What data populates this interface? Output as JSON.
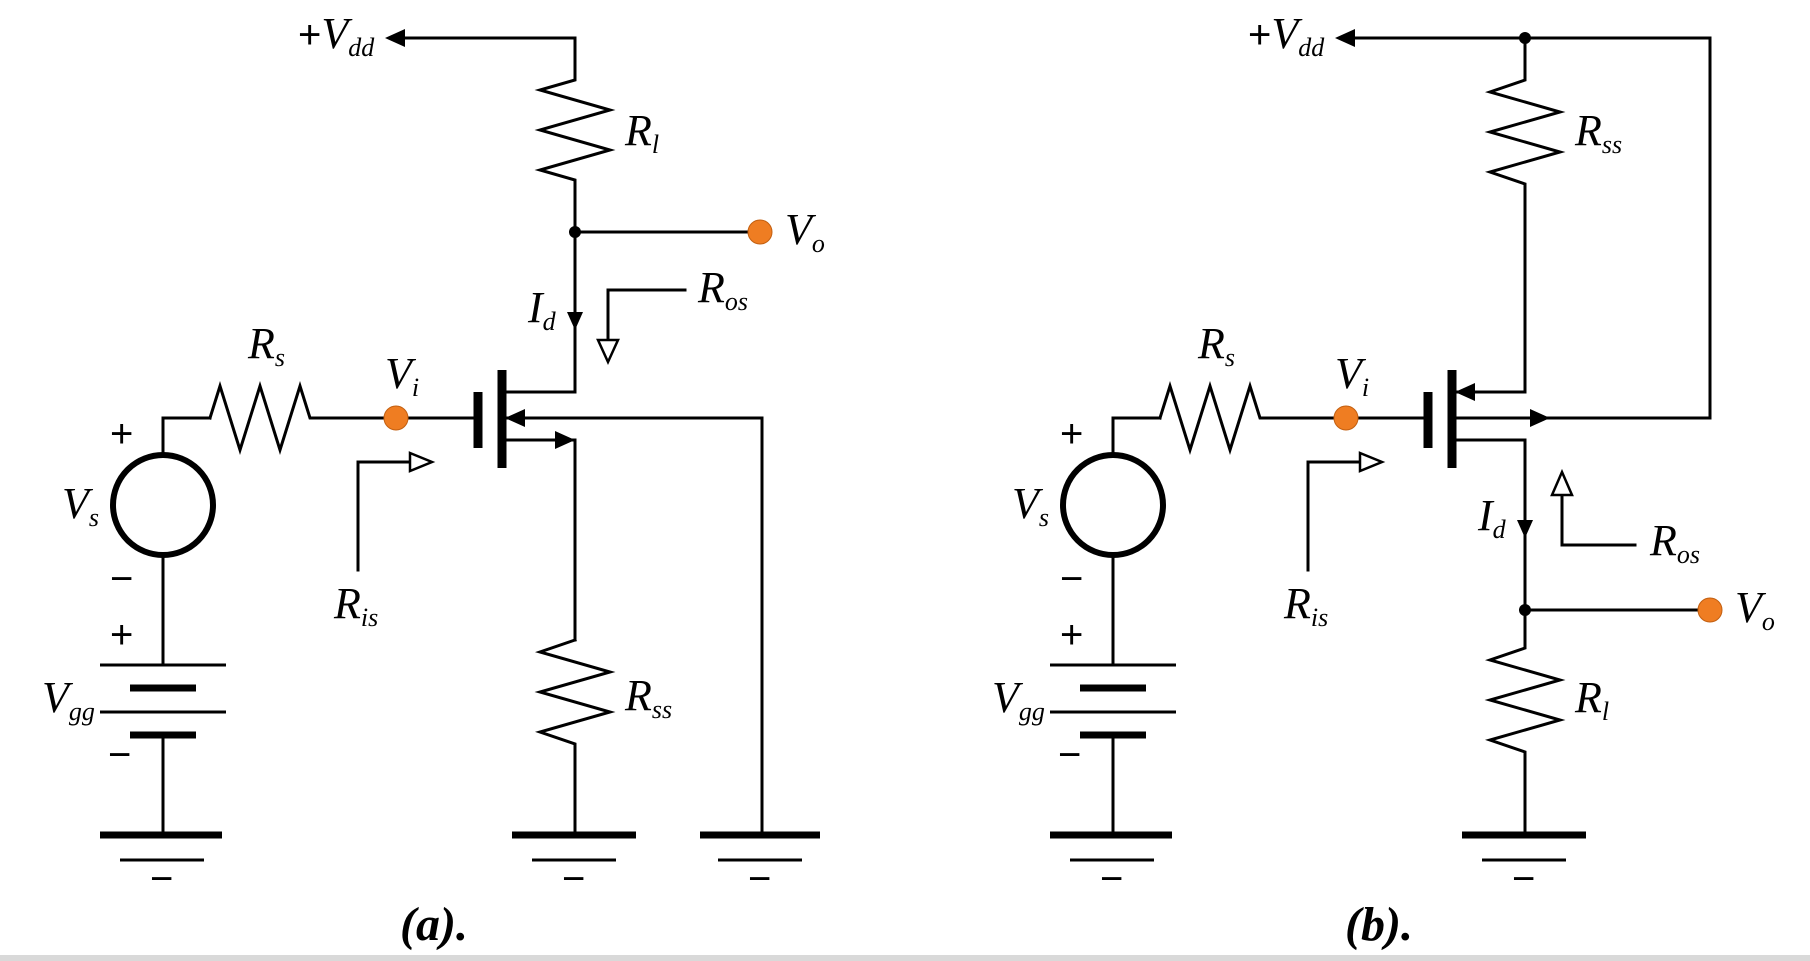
{
  "figure": {
    "panel_a": {
      "caption": "(a).",
      "vdd": {
        "plus": "+",
        "main": "V",
        "sub": "dd"
      },
      "rl": {
        "main": "R",
        "sub": "l"
      },
      "vo": {
        "main": "V",
        "sub": "o"
      },
      "ros": {
        "main": "R",
        "sub": "os"
      },
      "id": {
        "main": "I",
        "sub": "d"
      },
      "rs": {
        "main": "R",
        "sub": "s"
      },
      "vi": {
        "main": "V",
        "sub": "i"
      },
      "ris": {
        "main": "R",
        "sub": "is"
      },
      "rss": {
        "main": "R",
        "sub": "ss"
      },
      "vs": {
        "main": "V",
        "sub": "s",
        "plus": "+",
        "minus": "−"
      },
      "vgg": {
        "main": "V",
        "sub": "gg",
        "plus": "+",
        "minus": "−"
      },
      "gnd_sign": "−"
    },
    "panel_b": {
      "caption": "(b).",
      "vdd": {
        "plus": "+",
        "main": "V",
        "sub": "dd"
      },
      "rss": {
        "main": "R",
        "sub": "ss"
      },
      "rs": {
        "main": "R",
        "sub": "s"
      },
      "vi": {
        "main": "V",
        "sub": "i"
      },
      "ris": {
        "main": "R",
        "sub": "is"
      },
      "id": {
        "main": "I",
        "sub": "d"
      },
      "ros": {
        "main": "R",
        "sub": "os"
      },
      "vo": {
        "main": "V",
        "sub": "o"
      },
      "rl": {
        "main": "R",
        "sub": "l"
      },
      "vs": {
        "main": "V",
        "sub": "s",
        "plus": "+",
        "minus": "−"
      },
      "vgg": {
        "main": "V",
        "sub": "gg",
        "plus": "+",
        "minus": "−"
      },
      "gnd_sign": "−"
    },
    "colors": {
      "port": "#ef7d22",
      "wire": "#000000"
    }
  }
}
